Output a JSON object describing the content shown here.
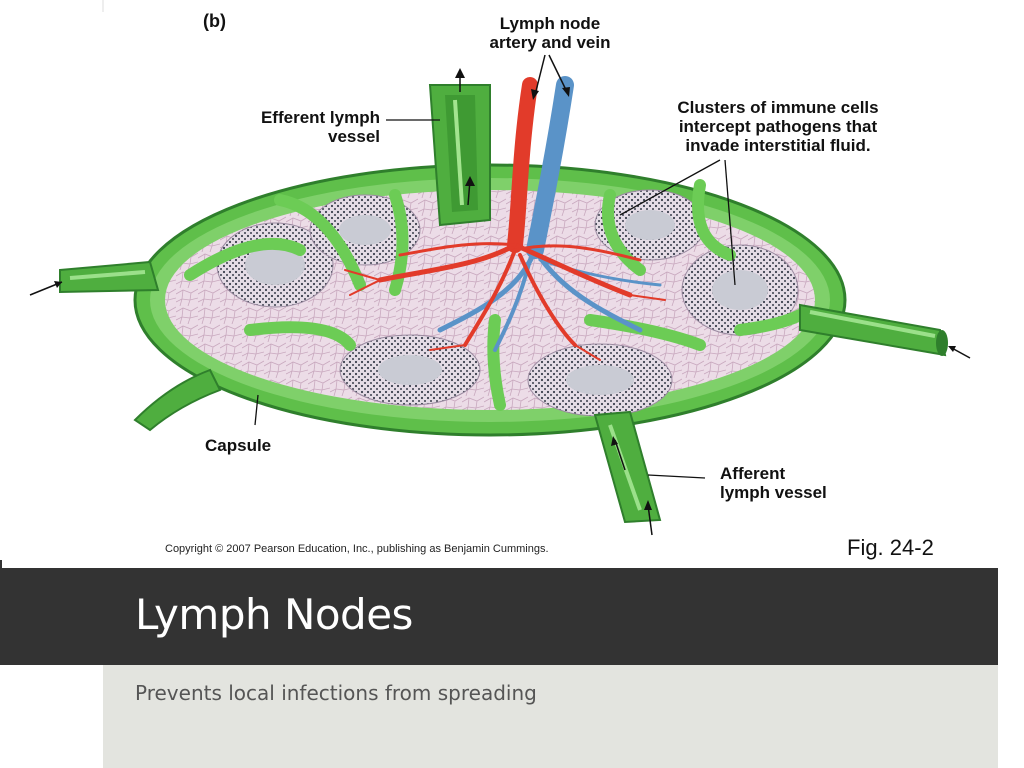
{
  "figure": {
    "panel_label": "(b)",
    "labels": {
      "artery_vein_line1": "Lymph node",
      "artery_vein_line2": "artery and vein",
      "efferent_line1": "Efferent lymph",
      "efferent_line2": "vessel",
      "clusters_line1": "Clusters of immune cells",
      "clusters_line2": "intercept pathogens that",
      "clusters_line3": "invade interstitial fluid.",
      "capsule": "Capsule",
      "afferent_line1": "Afferent",
      "afferent_line2": "lymph vessel"
    },
    "copyright": "Copyright © 2007 Pearson Education, Inc., publishing as Benjamin Cummings.",
    "fig_ref": "Fig. 24-2",
    "colors": {
      "capsule_green": "#5fbf4a",
      "dark_green": "#2e7d2a",
      "tissue_pink": "#eadbe6",
      "artery_red": "#e23b2a",
      "vein_blue": "#5a93c8",
      "cluster_gray": "#c9cbd4"
    }
  },
  "slide": {
    "title": "Lymph Nodes",
    "subtitle": "Prevents local infections from spreading",
    "title_bar_color": "#333333",
    "body_panel_color": "#e3e4df"
  }
}
